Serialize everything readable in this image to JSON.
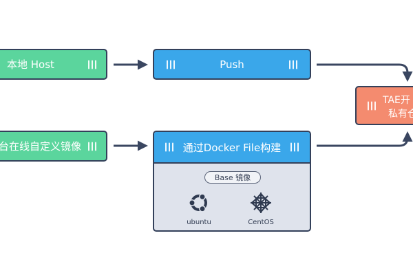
{
  "nodes": {
    "local_host": "本地 Host",
    "push": "Push",
    "online_image": "台在线自定义镜像",
    "dockerfile": "通过Docker File构建",
    "tae_line1": "TAE开",
    "tae_line2": "私有仓"
  },
  "panel": {
    "base_label": "Base 镜像",
    "os": [
      "ubuntu",
      "CentOS"
    ]
  },
  "icons": [
    "bars-icon",
    "arrow-icon",
    "ubuntu-icon",
    "centos-icon"
  ],
  "colors": {
    "green": "#5bd59d",
    "blue": "#3aa7ea",
    "salmon": "#f48b6f",
    "border": "#33405a",
    "panel_bg": "#dfe3ec"
  }
}
